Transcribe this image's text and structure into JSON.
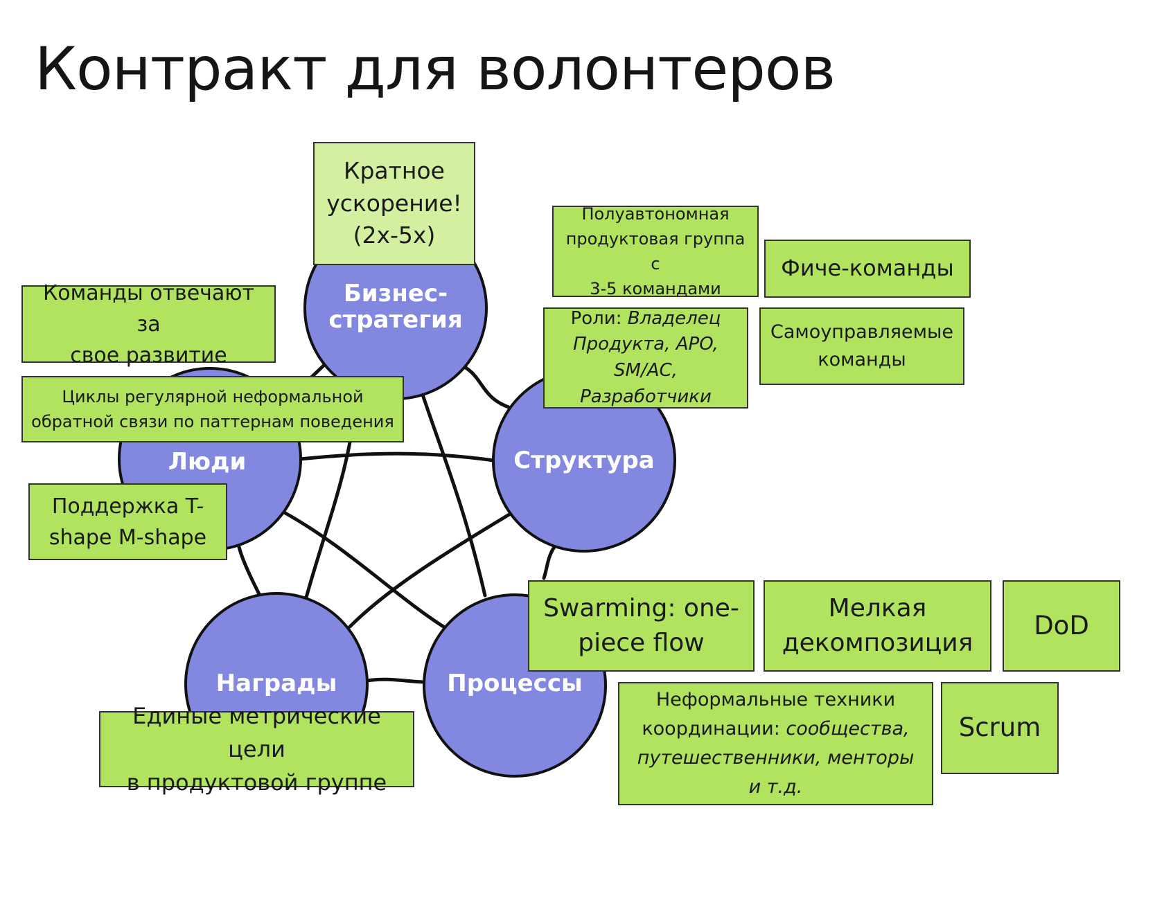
{
  "title": "Контракт для волонтеров",
  "colors": {
    "node_fill": "#8287e0",
    "note_fill": "#b1e35f",
    "note_fill_light": "#d3f0a1",
    "edge": "#111111"
  },
  "nodes": {
    "strategy": "Бизнес-\nстратегия",
    "structure": "Структура",
    "processes": "Процессы",
    "rewards": "Награды",
    "people": "Люди"
  },
  "notes": {
    "acceleration": "Кратное\nускорение!\n(2x-5x)",
    "semi_autonomous": "Полуавтономная\nпродуктовая группа с\n3-5 командами",
    "feature_teams": "Фиче-команды",
    "roles_prefix": "Роли: ",
    "roles_line1": "Владелец",
    "roles_line2": "Продукта, APO,",
    "roles_line3": "SM/AC, Разработчики",
    "self_managed": "Самоуправляемые\nкоманды",
    "teams_growth": "Команды отвечают за\nсвое развитие",
    "feedback_cycles": "Циклы регулярной неформальной\nобратной связи по паттернам поведения",
    "t_shape": "Поддержка T-\nshape M-shape",
    "swarming": "Swarming: one-\npiece flow",
    "decomposition": "Мелкая\nдекомпозиция",
    "dod": "DoD",
    "scrum": "Scrum",
    "coord_line1": "Неформальные техники",
    "coord_prefix": "координации: ",
    "coord_it1": "сообщества,",
    "coord_it2": "путешественники, менторы",
    "coord_it3": "и т.д.",
    "metric_goals": "Единые метрические цели\nв продуктовой группе"
  }
}
